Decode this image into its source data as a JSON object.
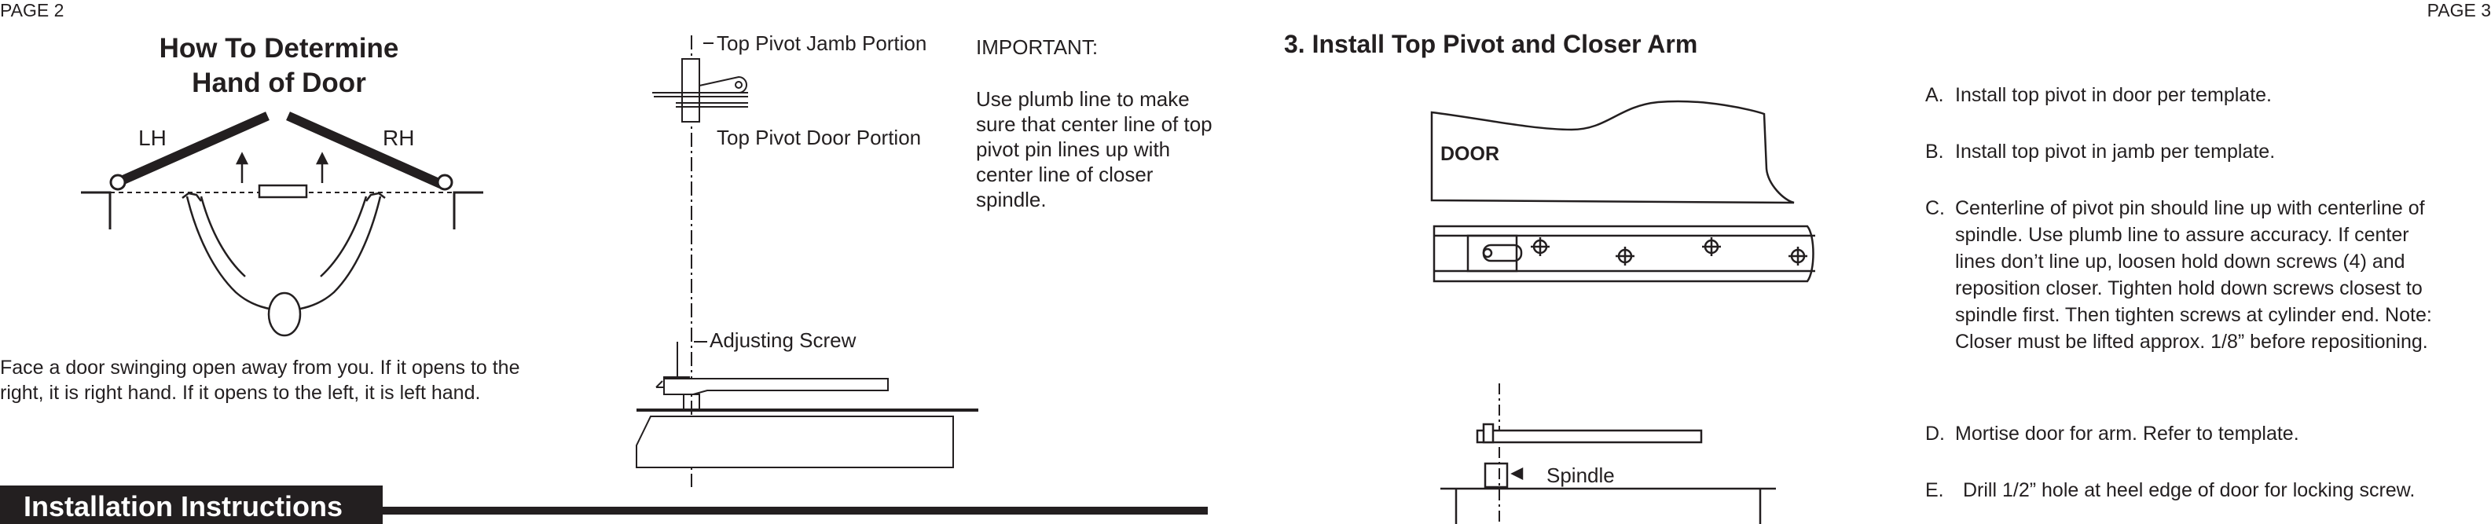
{
  "page_left": "PAGE 2",
  "page_right": "PAGE 3",
  "hand_section": {
    "title_line1": "How To Determine",
    "title_line2": "Hand of Door",
    "lh": "LH",
    "rh": "RH",
    "description": "Face a door swinging open away from you. If it opens to the right, it is right hand. If it opens to the left, it is left hand."
  },
  "pivot_labels": {
    "jamb": "Top Pivot Jamb Portion",
    "door": "Top Pivot Door Portion",
    "adjusting": "Adjusting Screw"
  },
  "important": {
    "heading": "IMPORTANT:",
    "body": "Use plumb line to make sure that center line of top pivot pin lines up with center line of closer spindle."
  },
  "banner": "Installation Instructions",
  "section3": {
    "title": "3. Install Top Pivot and Closer Arm",
    "door_label": "DOOR",
    "spindle_label": "Spindle",
    "steps": [
      {
        "letter": "A.",
        "text": "Install top pivot in door per template."
      },
      {
        "letter": "B.",
        "text": "Install top pivot in jamb per template."
      },
      {
        "letter": "C.",
        "text": "Centerline of pivot pin should line up with centerline of spindle. Use plumb line to assure accuracy. If center lines don’t line up, loosen hold down screws (4) and reposition closer. Tighten hold down screws closest to spindle first. Then tighten screws at cylinder end. Note: Closer must be lifted approx. 1/8” before repositioning."
      },
      {
        "letter": "D.",
        "text": "Mortise door for arm. Refer to template."
      },
      {
        "letter": "E.",
        "text": "Drill 1/2” hole at heel edge of door for locking screw."
      }
    ]
  }
}
